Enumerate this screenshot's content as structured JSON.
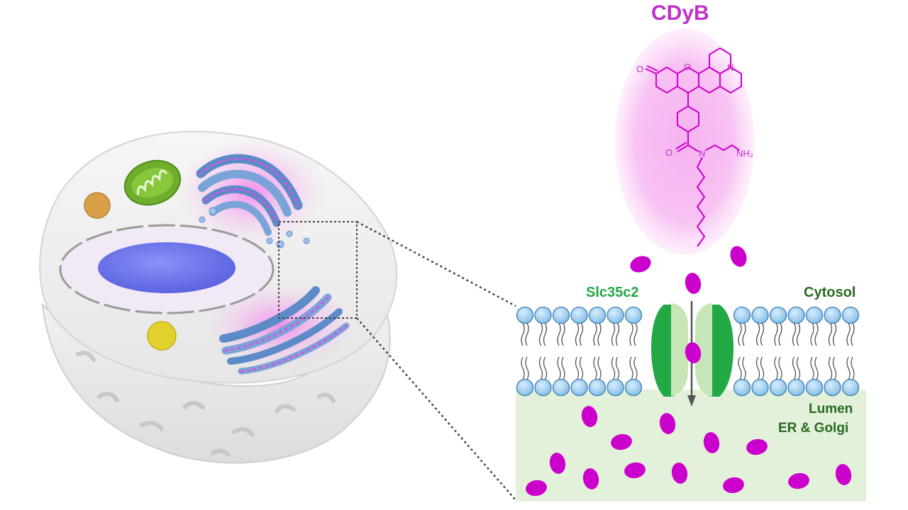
{
  "labels": {
    "title": "CDyB",
    "transporter": "Slc35c2",
    "cytosol": "Cytosol",
    "lumen": "Lumen",
    "organelles": "ER & Golgi"
  },
  "structure_atoms": {
    "o_carbonyl": "O",
    "o_ring": "O",
    "n_ring": "N",
    "o_amide": "O",
    "n_amide": "N",
    "nh2": "NH₂"
  },
  "colors": {
    "dye": "#cc00cc",
    "dye_glow": "#f7b8f2",
    "title": "#c030c8",
    "transporter": "#22a845",
    "cytosol_text": "#2a6a22",
    "lumen_bg": "#e3f0da",
    "lipid_head": "#a8d4f0",
    "nucleus": "#6b74ee",
    "mitochondrion": "#6fae2c"
  }
}
